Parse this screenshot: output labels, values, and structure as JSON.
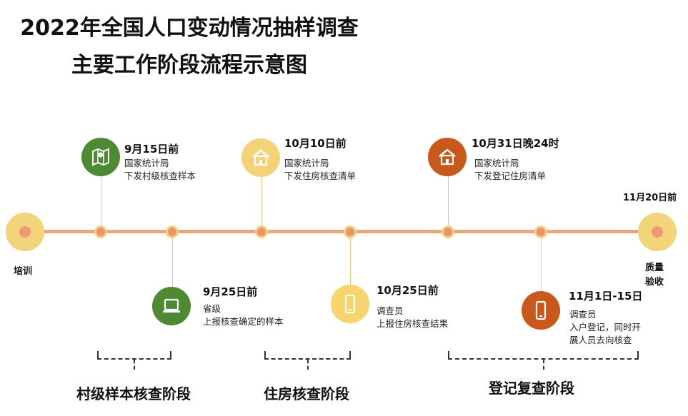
{
  "title": {
    "line1": "2022年全国人口变动情况抽样调查",
    "line2": "主要工作阶段流程示意图"
  },
  "start": {
    "label": "培训"
  },
  "end": {
    "date": "11月20日前",
    "label_line1": "质量",
    "label_line2": "验收"
  },
  "milestones": [
    {
      "date": "9月15日前",
      "line1": "国家统计局",
      "line2": "下发村级核查样本",
      "icon": "map-icon",
      "color": "#4e8a34"
    },
    {
      "date": "9月25日前",
      "line1": "省级",
      "line2": "上报核查确定的样本",
      "icon": "computer-icon",
      "color": "#4e8a34"
    },
    {
      "date": "10月10日前",
      "line1": "国家统计局",
      "line2": "下发住房核查清单",
      "icon": "house-icon",
      "color": "#f4d27a"
    },
    {
      "date": "10月25日前",
      "line1": "调查员",
      "line2": "上报住房核查结果",
      "icon": "phone-icon",
      "color": "#f6d56c"
    },
    {
      "date": "10月31日晚24时",
      "line1": "国家统计局",
      "line2": "下发登记住房清单",
      "icon": "house-icon",
      "color": "#c8581b"
    },
    {
      "date": "11月1日-15日",
      "line1": "调查员",
      "line2": "入户登记，同时开",
      "line3": "展人员去向核查",
      "icon": "phone-icon",
      "color": "#c8581b"
    }
  ],
  "phases": [
    {
      "label": "村级样本核查阶段"
    },
    {
      "label": "住房核查阶段"
    },
    {
      "label": "登记复查阶段"
    }
  ]
}
